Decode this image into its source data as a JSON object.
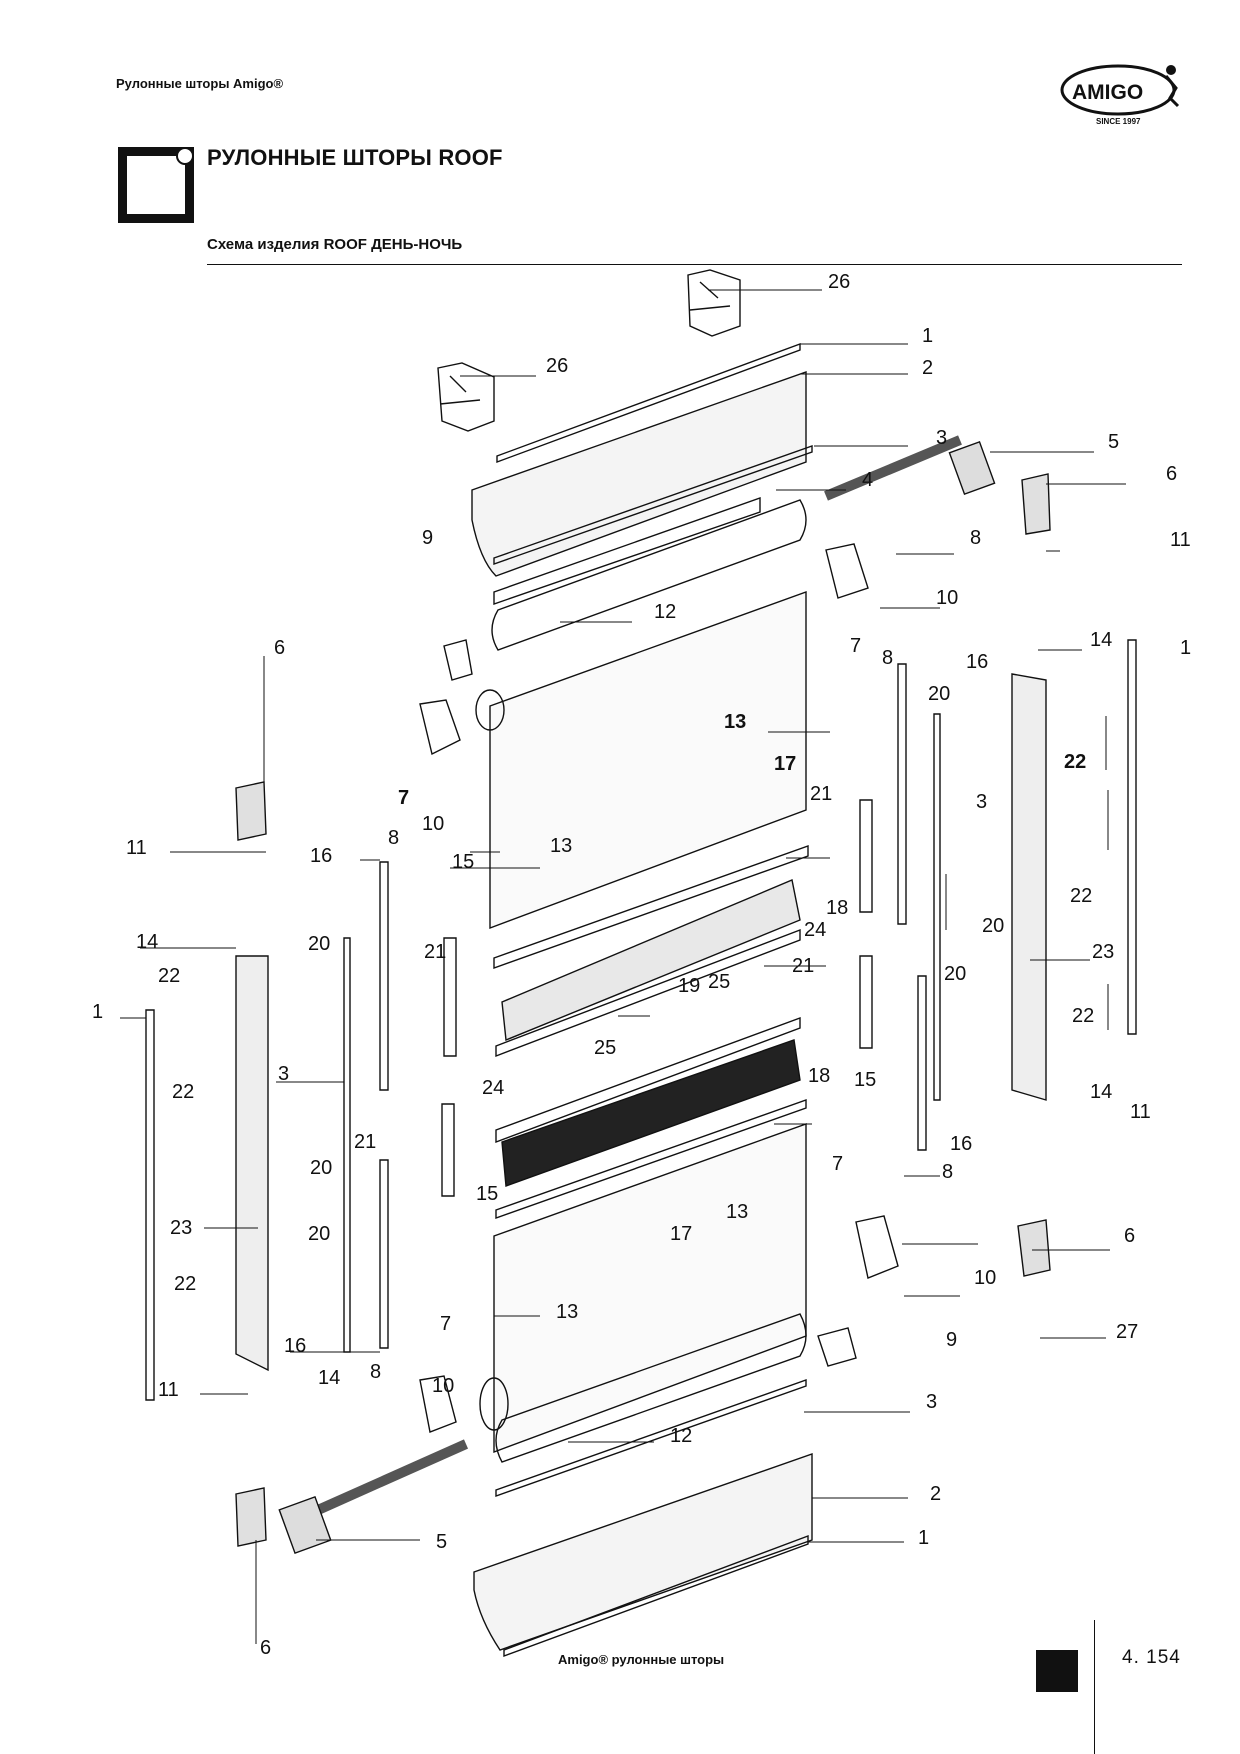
{
  "header": {
    "brand": "Рулонные шторы Amigo®",
    "logo": {
      "wordmark": "AMIGO",
      "tagline": "SINCE 1997"
    }
  },
  "section_icon": "square-frame-icon",
  "title": "РУЛОННЫЕ ШТОРЫ ROOF",
  "subtitle": "Схема изделия ROOF ДЕНЬ-НОЧЬ",
  "callouts": [
    "26",
    "1",
    "2",
    "26",
    "3",
    "5",
    "4",
    "6",
    "9",
    "8",
    "11",
    "10",
    "12",
    "7",
    "14",
    "1",
    "6",
    "8",
    "16",
    "20",
    "13",
    "22",
    "17",
    "7",
    "10",
    "21",
    "3",
    "13",
    "15",
    "16",
    "8",
    "11",
    "18",
    "22",
    "24",
    "20",
    "21",
    "14",
    "20",
    "23",
    "22",
    "25",
    "19",
    "21",
    "20",
    "22",
    "1",
    "3",
    "25",
    "22",
    "24",
    "20",
    "18",
    "15",
    "14",
    "11",
    "21",
    "16",
    "15",
    "7",
    "8",
    "13",
    "23",
    "17",
    "20",
    "6",
    "22",
    "10",
    "16",
    "13",
    "7",
    "9",
    "27",
    "8",
    "14",
    "10",
    "11",
    "3",
    "12",
    "2",
    "1",
    "5",
    "6"
  ],
  "footer": {
    "text": "Amigo®  рулонные шторы",
    "page_number": "4. 154"
  },
  "colors": {
    "ink": "#111111",
    "paper": "#ffffff"
  }
}
